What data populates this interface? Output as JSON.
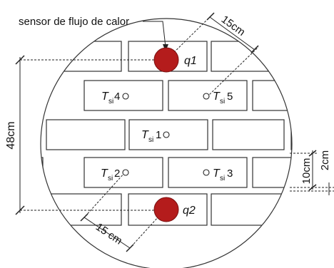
{
  "labels": {
    "heat_flux_sensor": "sensor de flujo de calor",
    "q1": "q1",
    "q2": "q2",
    "ts_letter": "T",
    "ts_sub": "si",
    "ts1": "1",
    "ts2": "2",
    "ts3": "3",
    "ts4": "4",
    "ts5": "5",
    "dim_top": "15cm",
    "dim_bottom": "15 cm",
    "dim_height": "48cm",
    "dim_10cm": "10cm",
    "dim_2cm": "2cm"
  },
  "colors": {
    "heat_flux_sensor": "#b41c1c",
    "outline": "#333333"
  }
}
